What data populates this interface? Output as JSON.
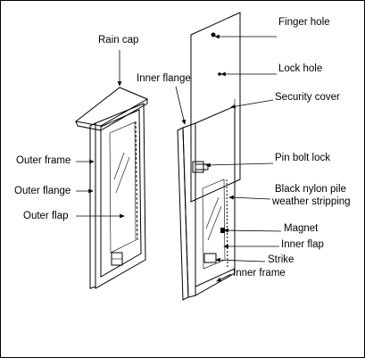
{
  "labels": {
    "rain_cap": "Rain cap",
    "inner_flange": "Inner flange",
    "outer_frame": "Outer frame",
    "outer_flange": "Outer flange",
    "outer_flap": "Outer flap",
    "finger_hole": "Finger hole",
    "lock_hole": "Lock hole",
    "security_cover": "Security cover",
    "pin_bolt_lock": "Pin bolt lock",
    "black_nylon_line1": "Black nylon pile",
    "black_nylon_line2": "weather stripping",
    "magnet": "Magnet",
    "inner_flap": "Inner flap",
    "strike": "Strike",
    "inner_frame": "Inner frame"
  }
}
